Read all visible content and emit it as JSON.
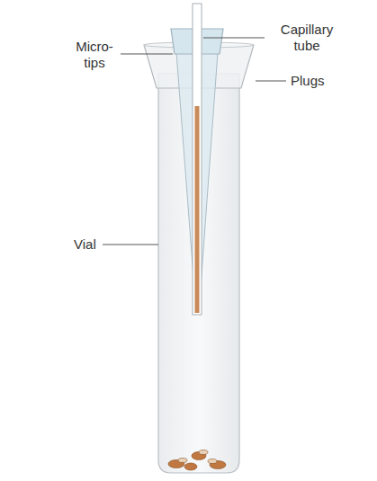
{
  "diagram": {
    "labels": [
      "Capillary tube",
      "Micro-tips",
      "Plugs",
      "Vial"
    ]
  }
}
